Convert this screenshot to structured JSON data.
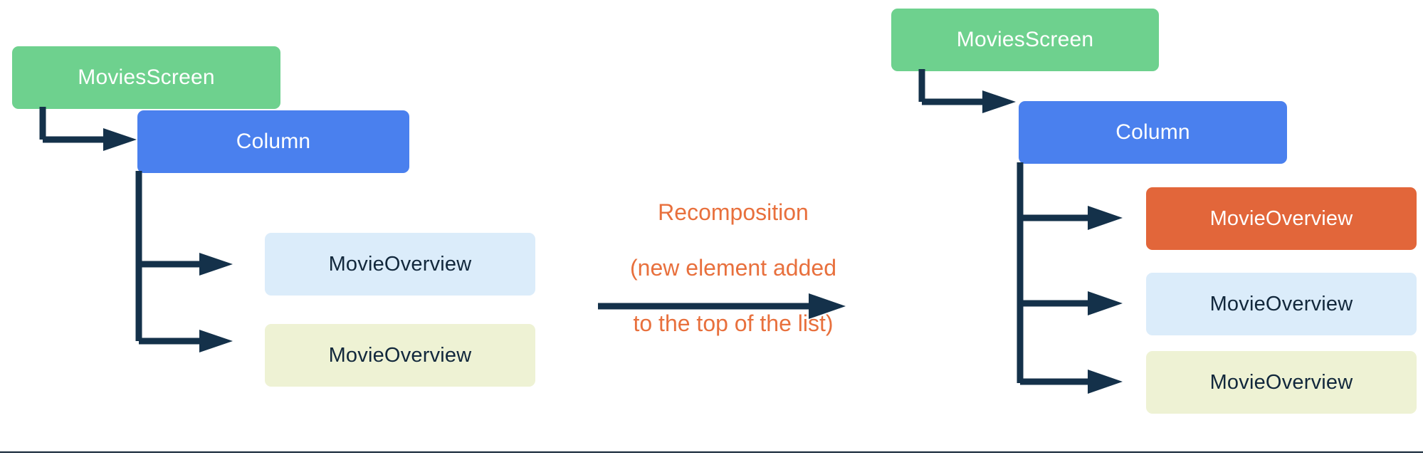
{
  "diagram": {
    "title": "Recomposition of a Compose UI tree",
    "colors": {
      "green": "#6ed18e",
      "blue": "#4a80ee",
      "light_blue": "#dbecfa",
      "yellow": "#eef2d4",
      "orange_fill": "#e2663a",
      "orange_text": "#e8703d",
      "connector": "#14314a",
      "background": "#ffffff"
    },
    "before": {
      "name": "before-recomposition-tree",
      "nodes": [
        {
          "id": "movies-screen",
          "label": "MoviesScreen",
          "style": "green"
        },
        {
          "id": "column",
          "label": "Column",
          "style": "blue"
        },
        {
          "id": "movie-overview-1",
          "label": "MovieOverview",
          "style": "light-blue"
        },
        {
          "id": "movie-overview-2",
          "label": "MovieOverview",
          "style": "yellow"
        }
      ]
    },
    "transition": {
      "name": "recomposition-transition",
      "line1": "Recomposition",
      "line2": "(new element added",
      "line3": "to the top of the list)",
      "full_text": "Recomposition\n(new element added\nto the top of the list)",
      "arrow": "right-arrow"
    },
    "after": {
      "name": "after-recomposition-tree",
      "nodes": [
        {
          "id": "movies-screen",
          "label": "MoviesScreen",
          "style": "green"
        },
        {
          "id": "column",
          "label": "Column",
          "style": "blue"
        },
        {
          "id": "movie-overview-new",
          "label": "MovieOverview",
          "style": "orange"
        },
        {
          "id": "movie-overview-1",
          "label": "MovieOverview",
          "style": "light-blue"
        },
        {
          "id": "movie-overview-2",
          "label": "MovieOverview",
          "style": "yellow"
        }
      ]
    }
  }
}
